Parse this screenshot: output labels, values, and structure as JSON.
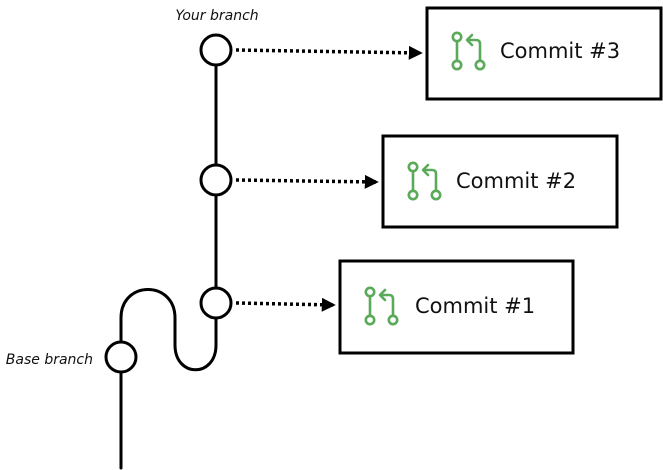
{
  "labels": {
    "your_branch": "Your branch",
    "base_branch": "Base branch"
  },
  "commits": [
    {
      "label": "Commit #3",
      "icon": "pull-request-icon"
    },
    {
      "label": "Commit #2",
      "icon": "pull-request-icon"
    },
    {
      "label": "Commit #1",
      "icon": "pull-request-icon"
    }
  ],
  "colors": {
    "icon": "#5aaa5a",
    "line": "#000000"
  }
}
